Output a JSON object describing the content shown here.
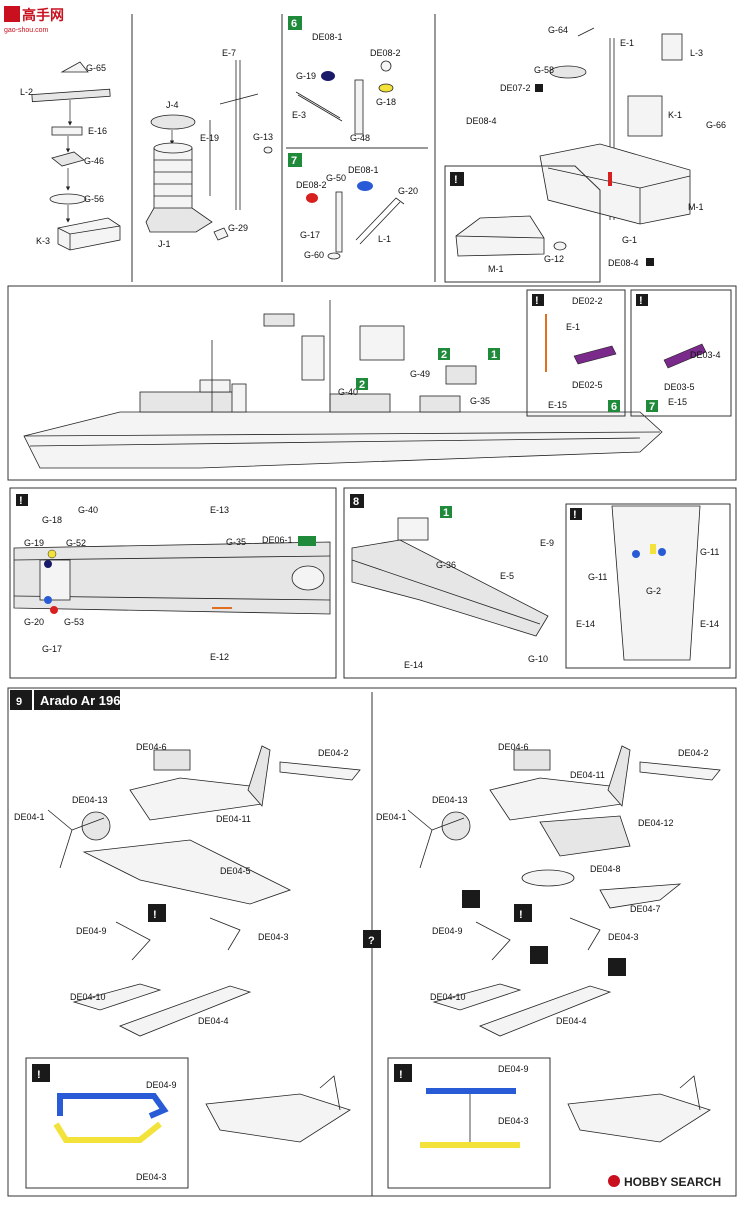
{
  "watermark": {
    "top_left": "高手网",
    "top_left_url": "gao-shou.com",
    "bottom_right": "HOBBY SEARCH"
  },
  "section_step6": {
    "badge": "6"
  },
  "section_step7": {
    "badge": "7"
  },
  "section_step8": {
    "badge": "8"
  },
  "section_step9": {
    "badge": "9",
    "title": "Arado Ar 196"
  },
  "step_badges_green": [
    "1",
    "2",
    "2",
    "6",
    "7",
    "1"
  ],
  "alert_symbol": "!",
  "question_symbol": "?",
  "parts": {
    "g65": "G-65",
    "l2": "L-2",
    "e16": "E-16",
    "g46": "G-46",
    "g56": "G-56",
    "k3": "K-3",
    "e7": "E-7",
    "j4": "J-4",
    "e19": "E-19",
    "g13": "G-13",
    "g29": "G-29",
    "j1": "J-1",
    "de08_1": "DE08-1",
    "de08_2": "DE08-2",
    "g19": "G-19",
    "g18": "G-18",
    "e3": "E-3",
    "g48": "G-48",
    "g50": "G-50",
    "g20": "G-20",
    "g17": "G-17",
    "l1": "L-1",
    "g60": "G-60",
    "g64": "G-64",
    "e1": "E-1",
    "l3": "L-3",
    "g58": "G-58",
    "de07_2": "DE07-2",
    "k1": "K-1",
    "g66": "G-66",
    "de08_4": "DE08-4",
    "m1": "M-1",
    "g1": "G-1",
    "g12": "G-12",
    "de02_2": "DE02-2",
    "de02_5": "DE02-5",
    "e15": "E-15",
    "de03_4": "DE03-4",
    "de03_5": "DE03-5",
    "g40": "G-40",
    "g49": "G-49",
    "g35": "G-35",
    "e13": "E-13",
    "de06_1": "DE06-1",
    "g52": "G-52",
    "g53": "G-53",
    "e12": "E-12",
    "e9": "E-9",
    "e5": "E-5",
    "g36": "G-36",
    "e14": "E-14",
    "g10": "G-10",
    "g11": "G-11",
    "g2": "G-2",
    "de04_6": "DE04-6",
    "de04_2": "DE04-2",
    "de04_13": "DE04-13",
    "de04_1": "DE04-1",
    "de04_11": "DE04-11",
    "de04_5": "DE04-5",
    "de04_9": "DE04-9",
    "de04_3": "DE04-3",
    "de04_10": "DE04-10",
    "de04_4": "DE04-4",
    "de04_12": "DE04-12",
    "de04_8": "DE04-8",
    "de04_7": "DE04-7"
  },
  "colors": {
    "badge_dark": "#1a1a1a",
    "badge_green": "#1e8a3a",
    "highlight_blue": "#2a5bd7",
    "highlight_yellow": "#f2e23a",
    "highlight_red": "#d82020",
    "highlight_navy": "#1a1a6a",
    "highlight_purple": "#7a2a8a",
    "highlight_orange": "#e07020",
    "watermark_red": "#c8101e"
  }
}
